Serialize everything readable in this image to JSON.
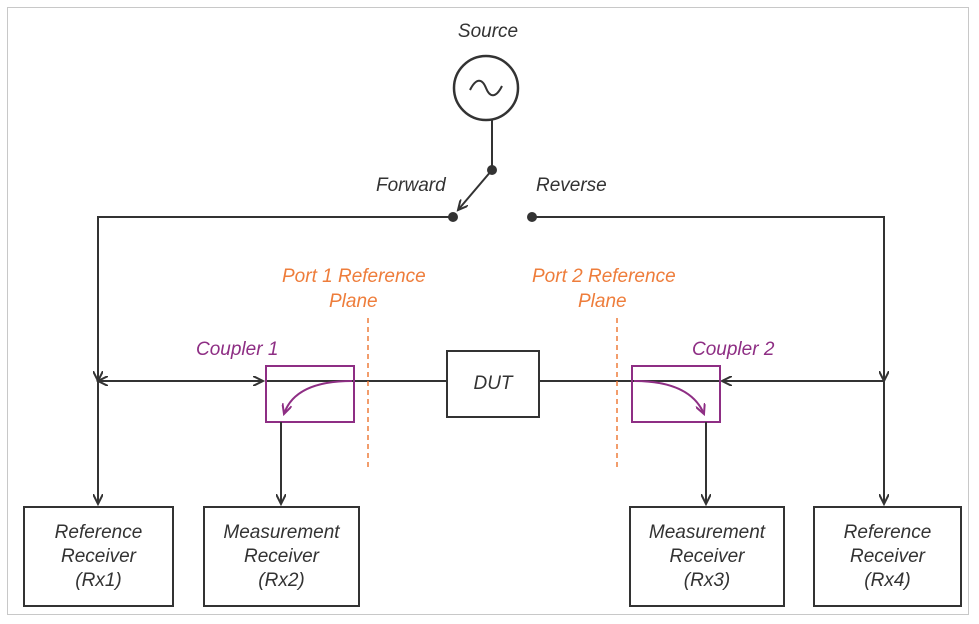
{
  "colors": {
    "line": "#333333",
    "reference_plane": "#ee7d3b",
    "coupler": "#8e2e84",
    "frame": "#c8c8c8"
  },
  "source": {
    "label": "Source",
    "icon": "ac-source-icon"
  },
  "switch": {
    "forward_label": "Forward",
    "reverse_label": "Reverse"
  },
  "reference_planes": {
    "port1": {
      "line1": "Port 1 Reference",
      "line2": "Plane"
    },
    "port2": {
      "line1": "Port 2 Reference",
      "line2": "Plane"
    }
  },
  "couplers": {
    "coupler1": "Coupler 1",
    "coupler2": "Coupler 2"
  },
  "dut": {
    "label": "DUT"
  },
  "receivers": {
    "rx1": {
      "line1": "Reference",
      "line2": "Receiver",
      "line3": "(Rx1)"
    },
    "rx2": {
      "line1": "Measurement",
      "line2": "Receiver",
      "line3": "(Rx2)"
    },
    "rx3": {
      "line1": "Measurement",
      "line2": "Receiver",
      "line3": "(Rx3)"
    },
    "rx4": {
      "line1": "Reference",
      "line2": "Receiver",
      "line3": "(Rx4)"
    }
  }
}
